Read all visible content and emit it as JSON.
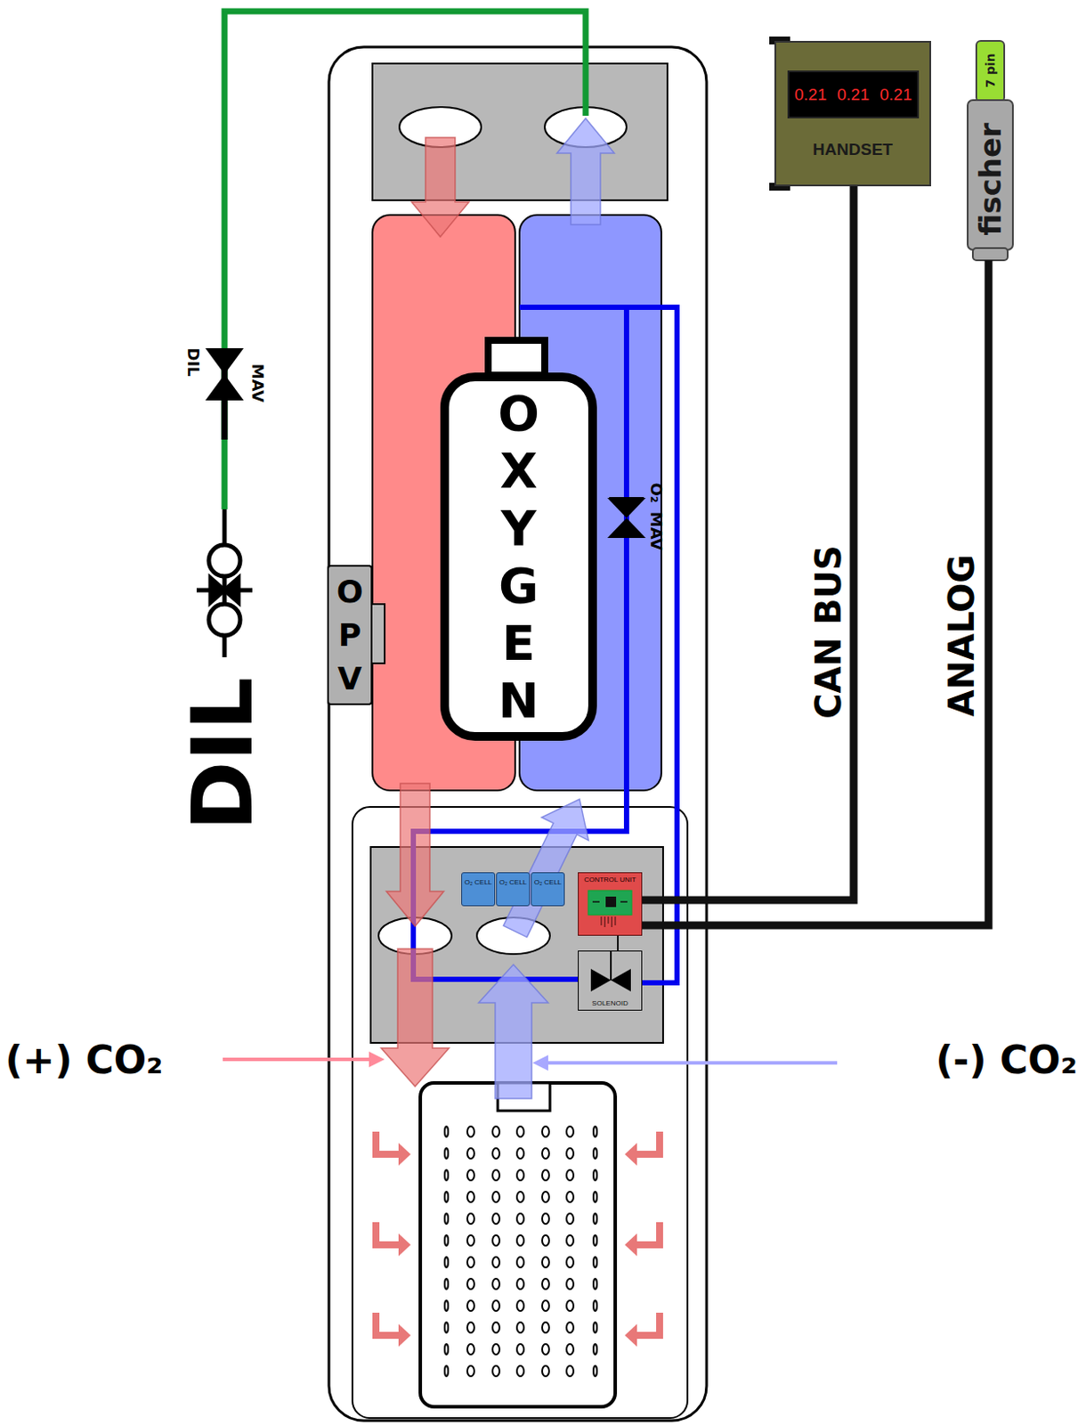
{
  "diagram": {
    "nodes": [
      {
        "text": [
          "0.21",
          "0.21",
          "0.21",
          "HANDSET"
        ]
      },
      {
        "text": [
          "7 pin",
          "fischer"
        ]
      },
      {
        "text": [
          "OXYGEN"
        ]
      },
      {
        "text": [
          "OPV"
        ]
      },
      {
        "text": [
          "O₂ CELL"
        ]
      },
      {
        "text": [
          "O₂ CELL"
        ]
      },
      {
        "text": [
          "O₂ CELL"
        ]
      },
      {
        "text": [
          "CONTROL UNIT"
        ]
      },
      {
        "text": [
          "SOLENOID"
        ]
      }
    ],
    "edges": [
      {
        "from": 7,
        "to": 0,
        "label": "CAN BUS",
        "arrow": "none"
      },
      {
        "from": 7,
        "to": 1,
        "label": "ANALOG",
        "arrow": "none"
      },
      {
        "from": 7,
        "to": 8,
        "arrow": "none"
      }
    ],
    "labels": [
      "DIL",
      "MAV",
      "O₂",
      "MAV",
      "DIL",
      "(+) CO₂",
      "(-) CO₂"
    ]
  }
}
